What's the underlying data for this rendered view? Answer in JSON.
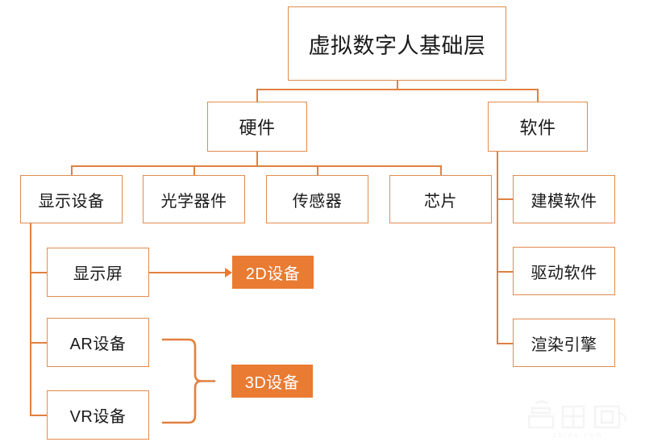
{
  "diagram": {
    "title": "虚拟数字人基础层",
    "root": {
      "label": "虚拟数字人基础层"
    },
    "level2": [
      {
        "id": "hardware",
        "label": "硬件"
      },
      {
        "id": "software",
        "label": "软件"
      }
    ],
    "hardware_children": [
      {
        "id": "display-device",
        "label": "显示设备"
      },
      {
        "id": "optical-component",
        "label": "光学器件"
      },
      {
        "id": "sensor",
        "label": "传感器"
      },
      {
        "id": "chip",
        "label": "芯片"
      }
    ],
    "software_children": [
      {
        "id": "modeling-software",
        "label": "建模软件"
      },
      {
        "id": "driver-software",
        "label": "驱动软件"
      },
      {
        "id": "rendering-engine",
        "label": "渲染引擎"
      }
    ],
    "display_children": [
      {
        "id": "screen",
        "label": "显示屏"
      },
      {
        "id": "ar-device",
        "label": "AR设备"
      },
      {
        "id": "vr-device",
        "label": "VR设备"
      }
    ],
    "outcomes": [
      {
        "id": "2d-device",
        "label": "2D设备"
      },
      {
        "id": "3d-device",
        "label": "3D设备"
      }
    ],
    "colors": {
      "border": "#E08B4F",
      "line": "#E1803F",
      "fill": "#E97B33",
      "text": "#1a1a1a",
      "fill_text": "#ffffff",
      "background": "#ffffff"
    }
  },
  "watermark": {
    "logo_text": "智东西",
    "url_text": "zhidx.com"
  }
}
